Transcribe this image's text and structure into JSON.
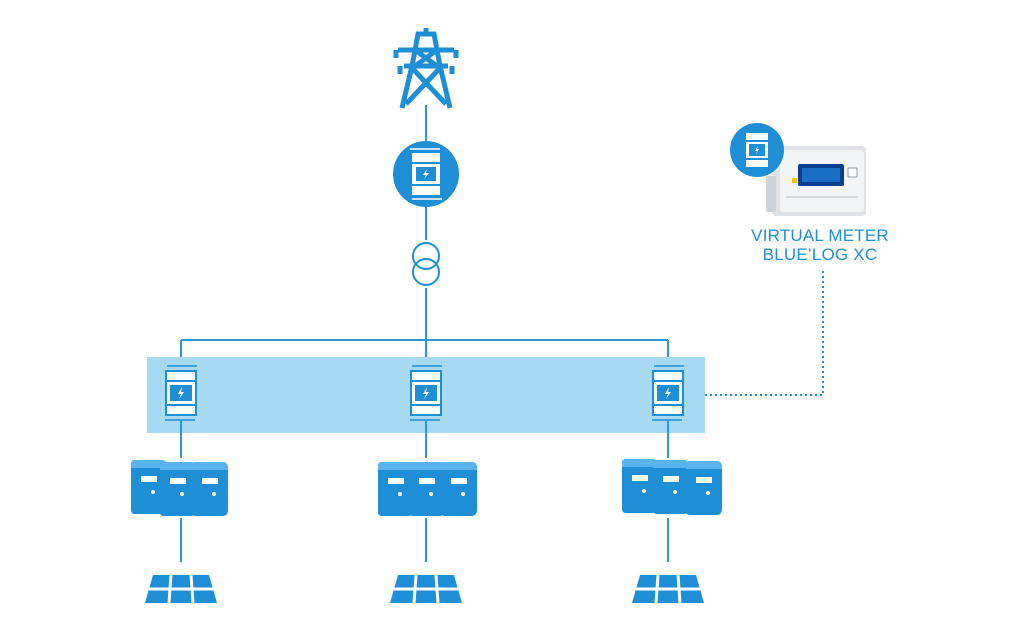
{
  "colors": {
    "primary": "#1e8fd6",
    "band": "#a8d9f3",
    "line": "#2a97dc"
  },
  "icons": {
    "grid": "transmission-tower-icon",
    "main_meter": "energy-meter-icon",
    "transformer": "transformer-icon",
    "branch_meters": "energy-meter-icon",
    "inverters": "inverter-icon",
    "panels": "solar-panel-icon",
    "virtual_meter_device": "datalogger-device-icon"
  },
  "virtual_meter": {
    "line1": "VIRTUAL METER",
    "line2": "BLUE’LOG XC"
  },
  "branch_count": 3
}
